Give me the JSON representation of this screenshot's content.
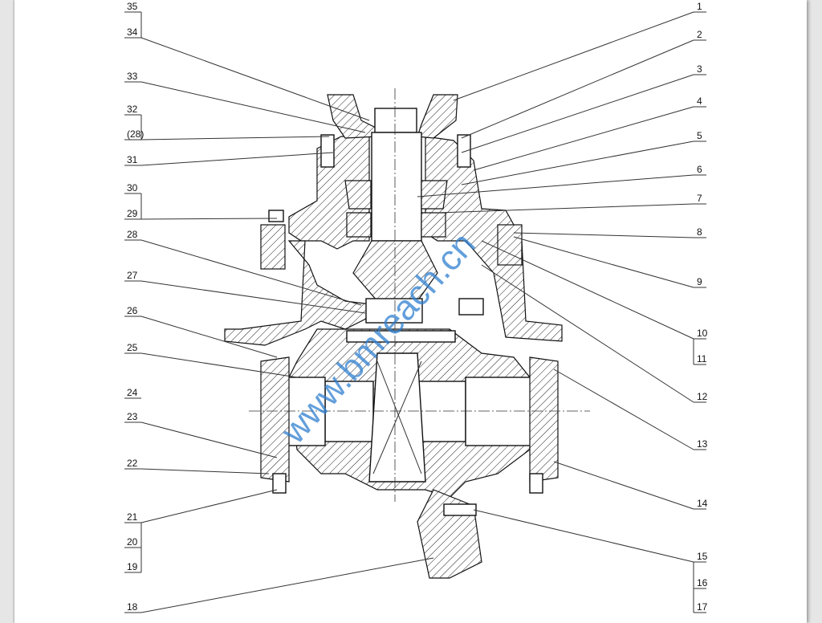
{
  "drawing": {
    "watermark": "www.bmreach.cn",
    "left_labels": [
      "35",
      "34",
      "33",
      "32",
      "(28)",
      "31",
      "30",
      "29",
      "28",
      "27",
      "26",
      "25",
      "24",
      "23",
      "22",
      "21",
      "20",
      "19",
      "18"
    ],
    "right_labels": [
      "1",
      "2",
      "3",
      "4",
      "5",
      "6",
      "7",
      "8",
      "9",
      "10",
      "11",
      "12",
      "13",
      "14",
      "15",
      "16",
      "17"
    ]
  }
}
